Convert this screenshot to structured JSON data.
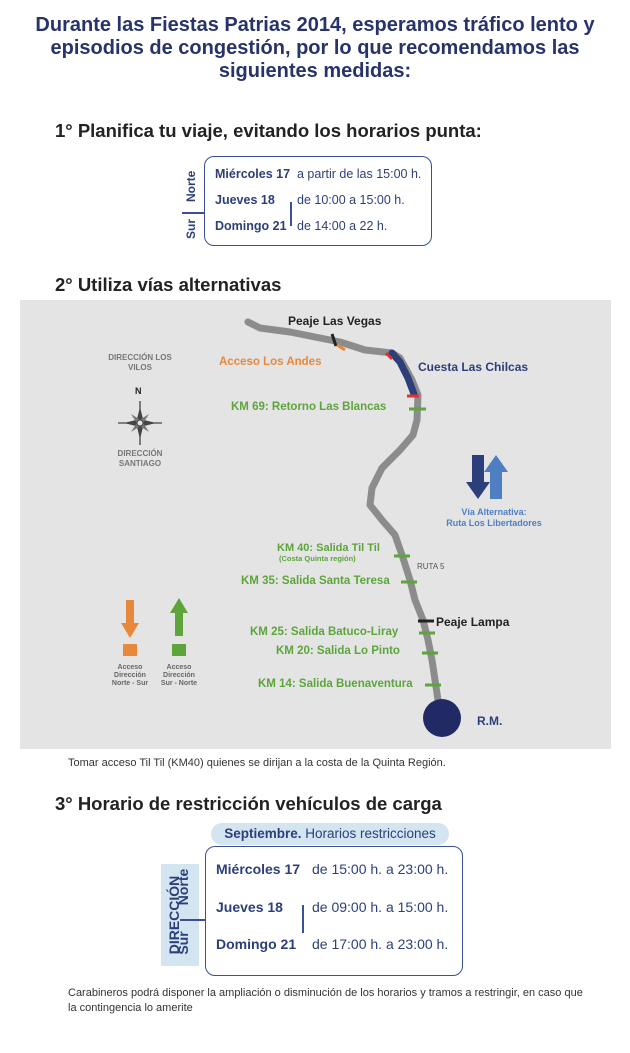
{
  "headline": "Durante las Fiestas Patrias 2014, esperamos tráfico lento y episodios de congestión, por lo que recomendamos las siguientes medidas:",
  "step1": {
    "title": "1°  Planifica tu viaje, evitando los horarios punta:",
    "dir_north": "Norte",
    "dir_south": "Sur",
    "rows": [
      {
        "day": "Miércoles 17",
        "time": "a partir de las 15:00 h."
      },
      {
        "day": "Jueves 18",
        "time": "de 10:00 a 15:00 h."
      },
      {
        "day": "Domingo 21",
        "time": "de 14:00 a 22 h."
      }
    ]
  },
  "step2": {
    "title": "2° Utiliza vías alternativas",
    "map": {
      "peaje_vegas": "Peaje Las Vegas",
      "acceso_andes": "Acceso Los Andes",
      "cuesta_chilcas": "Cuesta Las Chilcas",
      "km69": "KM 69: Retorno Las Blancas",
      "dir_vilos": "DIRECCIÓN LOS VILOS",
      "compass_n": "N",
      "dir_santiago": "DIRECCIÓN SANTIAGO",
      "via_alt": "Vía Alternativa:",
      "via_alt_name": "Ruta Los Libertadores",
      "km40": "KM 40: Salida Til Til",
      "km40_sub": "(Costa Quinta región)",
      "ruta5": "RUTA 5",
      "km35": "KM 35: Salida Santa Teresa",
      "peaje_lampa": "Peaje Lampa",
      "km25": "KM 25: Salida Batuco-Liray",
      "km20": "KM 20: Salida Lo Pinto",
      "km14": "KM 14: Salida Buenaventura",
      "rm": "R.M.",
      "legend_ns": "Acceso Dirección Norte - Sur",
      "legend_sn": "Acceso Dirección Sur - Norte",
      "color_green": "#5da53b",
      "color_orange": "#e8883b",
      "color_blue": "#2c3f7a",
      "color_road": "#8c8c8c"
    },
    "note": "Tomar acceso Til Til (KM40) quienes se dirijan a la costa de la Quinta Región."
  },
  "step3": {
    "title": "3° Horario de restricción vehículos de carga",
    "header_bold": "Septiembre.",
    "header_rest": " Horarios restricciones",
    "dir_label": "DIRECCIÓN",
    "dir_north": "Norte",
    "dir_south": "Sur",
    "rows": [
      {
        "day": "Miércoles 17",
        "time": "de 15:00 h. a 23:00 h."
      },
      {
        "day": "Jueves 18",
        "time": "de 09:00 h. a 15:00 h."
      },
      {
        "day": "Domingo 21",
        "time": "de 17:00 h. a 23:00 h."
      }
    ],
    "note": "Carabineros podrá disponer la ampliación o disminución de los horarios y tramos a restringir, en caso que la contingencia lo amerite"
  }
}
